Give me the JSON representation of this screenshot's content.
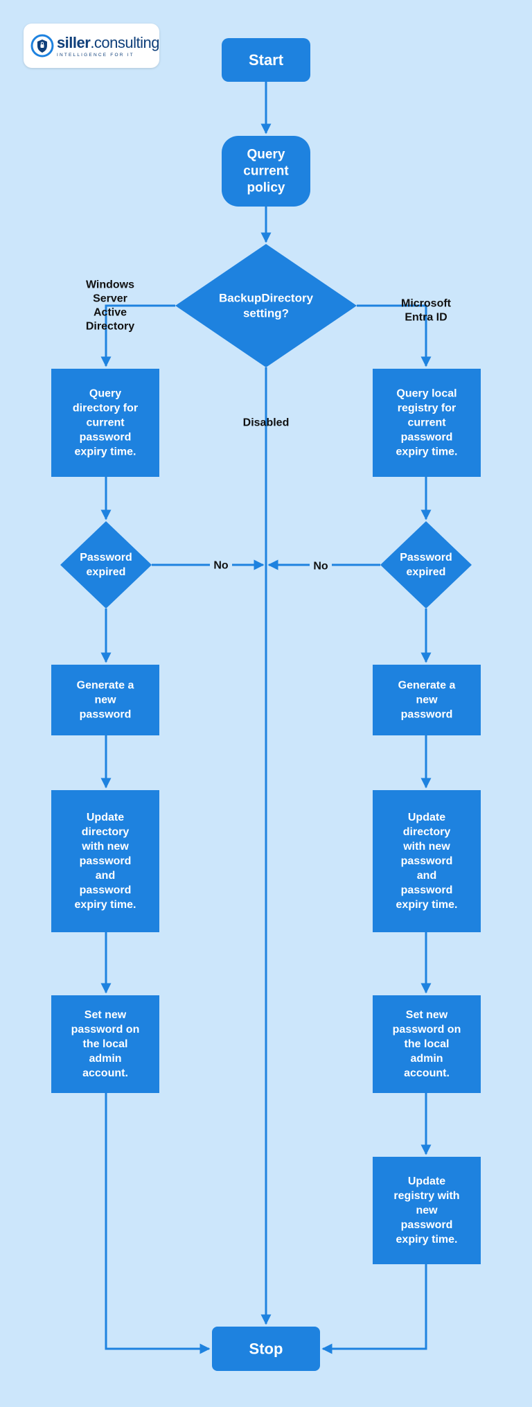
{
  "colors": {
    "background": "#cce6fb",
    "node": "#1e82df",
    "edge": "#1e82df",
    "label": "#111111"
  },
  "logo": {
    "name_bold": "siller",
    "name_rest": ".consulting",
    "tagline": "INTELLIGENCE FOR IT",
    "icon": "shield-lock-icon"
  },
  "nodes": {
    "start": "Start",
    "query_policy": [
      "Query",
      "current",
      "policy"
    ],
    "decision_backup": [
      "BackupDirectory",
      "setting?"
    ],
    "query_directory": [
      "Query",
      "directory for",
      "current",
      "password",
      "expiry time."
    ],
    "query_registry": [
      "Query local",
      "registry for",
      "current",
      "password",
      "expiry time."
    ],
    "expired_left": [
      "Password",
      "expired"
    ],
    "expired_right": [
      "Password",
      "expired"
    ],
    "generate_left": [
      "Generate a",
      "new",
      "password"
    ],
    "generate_right": [
      "Generate a",
      "new",
      "password"
    ],
    "update_dir_left": [
      "Update",
      "directory",
      "with new",
      "password",
      "and",
      "password",
      "expiry time."
    ],
    "update_dir_right": [
      "Update",
      "directory",
      "with new",
      "password",
      "and",
      "password",
      "expiry time."
    ],
    "set_left": [
      "Set new",
      "password on",
      "the local",
      "admin",
      "account."
    ],
    "set_right": [
      "Set new",
      "password on",
      "the local",
      "admin",
      "account."
    ],
    "update_registry": [
      "Update",
      "registry with",
      "new",
      "password",
      "expiry time."
    ],
    "stop": "Stop"
  },
  "edge_labels": {
    "windows": [
      "Windows",
      "Server",
      "Active",
      "Directory"
    ],
    "entra": [
      "Microsoft",
      "Entra ID"
    ],
    "disabled": "Disabled",
    "no_left": "No",
    "no_right": "No"
  }
}
